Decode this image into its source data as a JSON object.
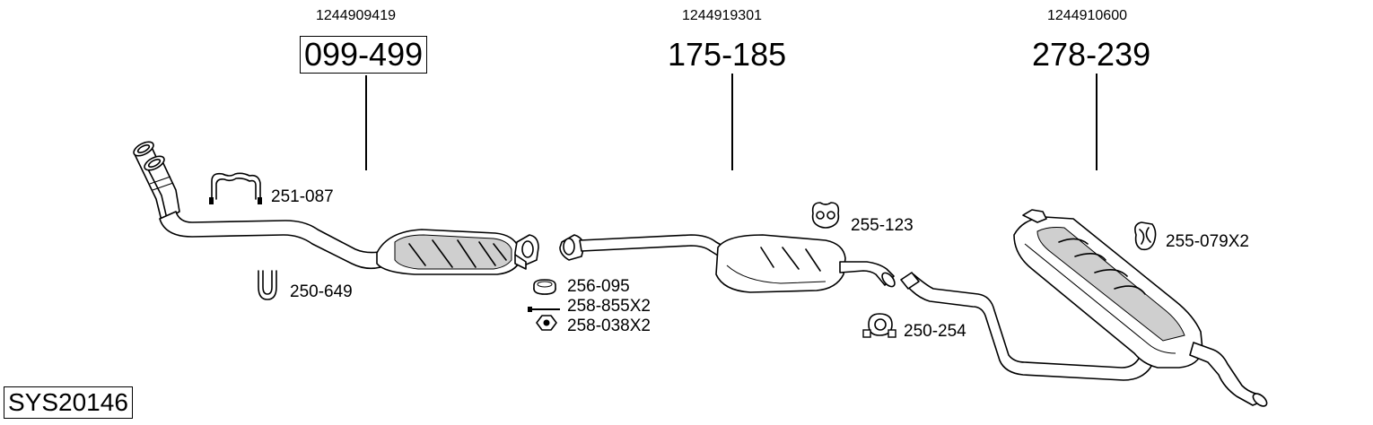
{
  "assemblies": [
    {
      "oem": "1244909419",
      "part": "099-499",
      "boxed": true
    },
    {
      "oem": "1244919301",
      "part": "175-185",
      "boxed": false
    },
    {
      "oem": "1244910600",
      "part": "278-239",
      "boxed": false
    }
  ],
  "parts": {
    "p251_087": "251-087",
    "p250_649": "250-649",
    "p256_095": "256-095",
    "p258_855": "258-855X2",
    "p258_038": "258-038X2",
    "p255_123": "255-123",
    "p250_254": "250-254",
    "p255_079": "255-079X2"
  },
  "system_id": "SYS20146"
}
